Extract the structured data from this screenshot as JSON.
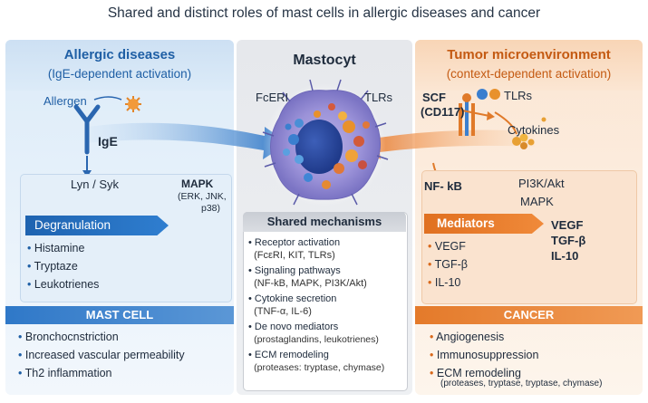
{
  "title": "Shared and distinct roles of mast cells in allergic diseases and cancer",
  "left": {
    "heading": "Allergic diseases",
    "subheading": "(IgE-dependent activation)",
    "allergen": "Allergen",
    "ige": "IgE",
    "lyn_syk": "Lyn / Syk",
    "mapk": "MAPK",
    "mapk_detail_1": "(ERK, JNK,",
    "mapk_detail_2": "p38)",
    "degranulation": "Degranulation",
    "mediators": [
      "Histamine",
      "Tryptaze",
      "Leukotrienes"
    ],
    "band": "MAST CELL",
    "effects": [
      "Bronchocnstriction",
      "Increased vascular permeability",
      "Th2 inflammation"
    ]
  },
  "center": {
    "heading": "Mastocyt",
    "fceri": "FcERI",
    "tlrs": "TLRs",
    "shared_heading": "Shared mechanisms",
    "shared": [
      {
        "label": "Receptor activation",
        "detail": "(FcεRI, KIT, TLRs)"
      },
      {
        "label": "Signaling pathways",
        "detail": "(NF-kB, MAPK, PI3K/Akt)"
      },
      {
        "label": "Cytokine secretion",
        "detail": "(TNF-α, IL-6)"
      },
      {
        "label": "De novo mediators",
        "detail": "(prostaglandins, leukotrienes)"
      },
      {
        "label": "ECM remodeling",
        "detail": "(proteases: tryptase, chymase)"
      }
    ]
  },
  "right": {
    "heading": "Tumor microenvironment",
    "subheading": "(context-dependent activation)",
    "scf": "SCF",
    "cd117": "(CD117)",
    "tlrs": "TLRs",
    "cytokines": "Cytokines",
    "nfkb": "NF- kB",
    "pi3k": "PI3K/Akt",
    "mapk": "MAPK",
    "mediators_label": "Mediators",
    "mediators": [
      "VEGF",
      "TGF-β",
      "IL-10"
    ],
    "effect_items": [
      "VEGF",
      "TGF-β",
      "IL-10"
    ],
    "band": "CANCER",
    "effects": [
      "Angiogenesis",
      "Immunosuppression",
      "ECM remodeling"
    ],
    "effects_note": "(proteases, tryptase, tryptase, chymase)"
  },
  "colors": {
    "allergy_blue": "#1f5fa5",
    "cancer_orange": "#d9691c",
    "center_gray": "#e6e8ec"
  }
}
